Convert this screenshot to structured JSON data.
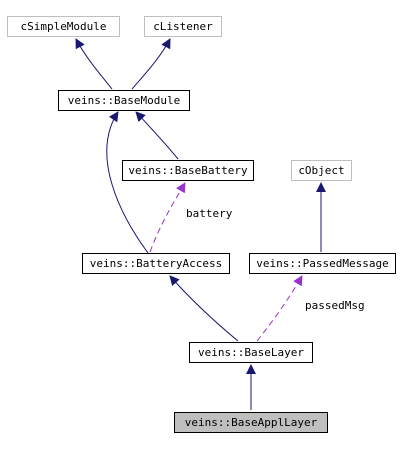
{
  "colors": {
    "inheritance_edge": "#191970",
    "usage_edge": "#9a32cd",
    "current_node_fill": "#bfbfbf",
    "external_node_border": "#bfbfbf"
  },
  "nodes": {
    "csimplemodule": "cSimpleModule",
    "clistener": "cListener",
    "basemodule": "veins::BaseModule",
    "basebattery": "veins::BaseBattery",
    "cobject": "cObject",
    "batteryaccess": "veins::BatteryAccess",
    "passedmessage": "veins::PassedMessage",
    "baselayer": "veins::BaseLayer",
    "baseapplayer": "veins::BaseApplLayer"
  },
  "edge_labels": {
    "battery": "battery",
    "passedmsg": "passedMsg"
  }
}
